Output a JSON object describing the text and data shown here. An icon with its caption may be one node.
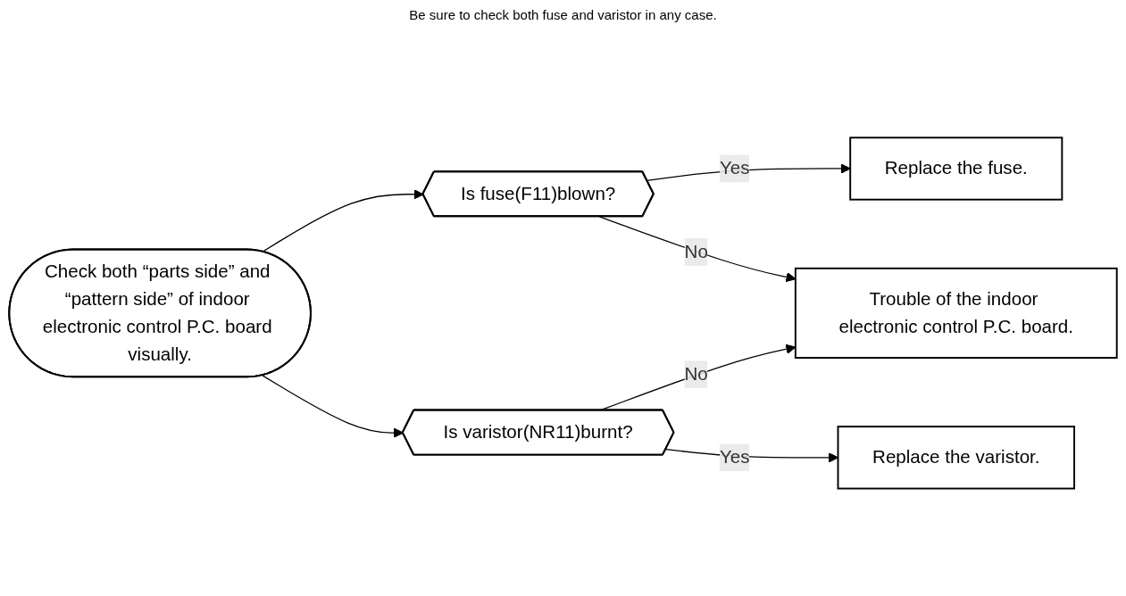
{
  "diagram": {
    "nodes": [
      {
        "text": [
          "Check both “parts side” and “pattern side” of indoor electronic control P.C. board visually."
        ]
      },
      {
        "text": [
          "Is fuse(F11)blown?"
        ]
      },
      {
        "text": [
          "Is varistor(NR11)burnt?"
        ]
      },
      {
        "text": [
          "Replace the fuse."
        ]
      },
      {
        "text": [
          "Trouble of the indoor electronic control P.C. board."
        ]
      },
      {
        "text": [
          "Replace the varistor."
        ]
      }
    ],
    "edges": [
      {
        "from": 0,
        "to": 1,
        "arrow": "to"
      },
      {
        "from": 0,
        "to": 2,
        "arrow": "to"
      },
      {
        "from": 1,
        "to": 3,
        "label": "Yes",
        "arrow": "to"
      },
      {
        "from": 1,
        "to": 4,
        "label": "No",
        "arrow": "to"
      },
      {
        "from": 2,
        "to": 4,
        "label": "No",
        "arrow": "to"
      },
      {
        "from": 2,
        "to": 5,
        "label": "Yes",
        "arrow": "to"
      }
    ],
    "labels": [
      "Be sure to check both fuse and varistor in any case."
    ]
  }
}
